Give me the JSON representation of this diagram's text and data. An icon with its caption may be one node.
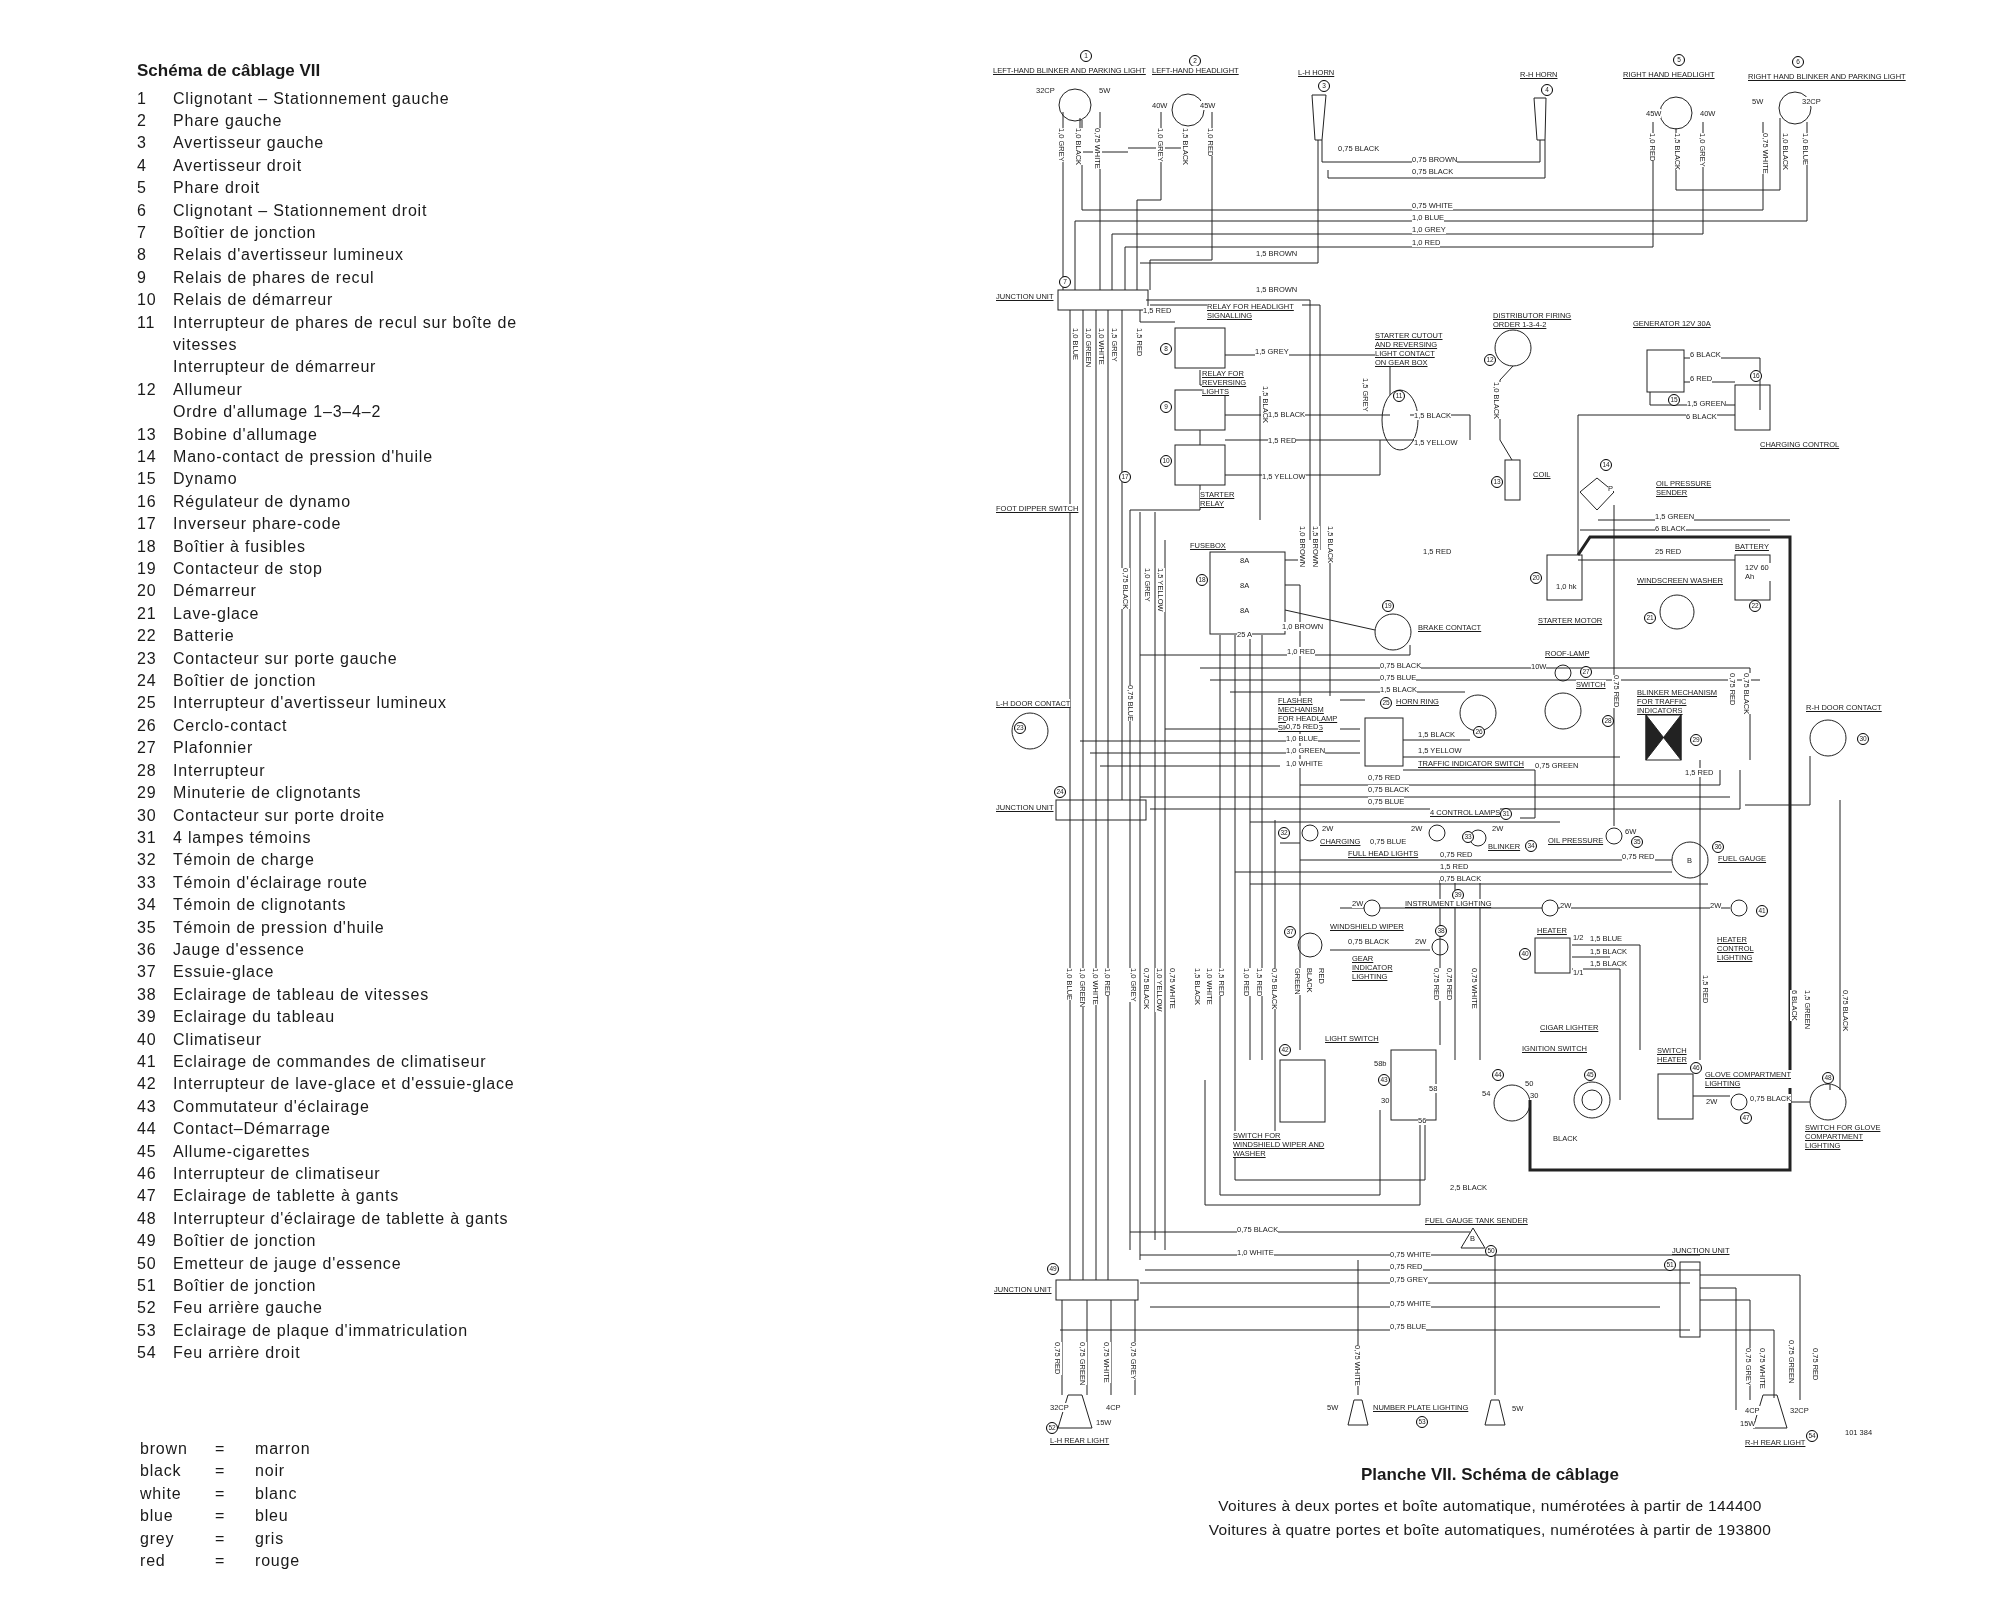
{
  "diagram": {
    "labels": [
      "Schéma de câblage VII",
      "1",
      "Clignotant – Stationnement gauche",
      "2",
      "Phare gauche",
      "3",
      "Avertisseur gauche",
      "4",
      "Avertisseur droit",
      "5",
      "Phare droit",
      "6",
      "Clignotant – Stationnement droit",
      "7",
      "Boîtier de jonction",
      "8",
      "Relais d'avertisseur lumineux",
      "9",
      "Relais de phares de recul",
      "10",
      "Relais de démarreur",
      "11",
      "Interrupteur de phares de recul sur boîte de vitesses",
      "Interrupteur de démarreur",
      "12",
      "Allumeur",
      "Ordre d'allumage 1–3–4–2",
      "13",
      "Bobine d'allumage",
      "14",
      "Mano-contact de pression d'huile",
      "15",
      "Dynamo",
      "16",
      "Régulateur de dynamo",
      "17",
      "Inverseur phare-code",
      "18",
      "Boîtier à fusibles",
      "19",
      "Contacteur de stop",
      "20",
      "Démarreur",
      "21",
      "Lave-glace",
      "22",
      "Batterie",
      "23",
      "Contacteur sur porte gauche",
      "24",
      "Boîtier de jonction",
      "25",
      "Interrupteur d'avertisseur lumineux",
      "26",
      "Cerclo-contact",
      "27",
      "Plafonnier",
      "28",
      "Interrupteur",
      "29",
      "Minuterie de clignotants",
      "30",
      "Contacteur sur porte droite",
      "31",
      "4 lampes témoins",
      "32",
      "Témoin de charge",
      "33",
      "Témoin d'éclairage route",
      "34",
      "Témoin de clignotants",
      "35",
      "Témoin de pression d'huile",
      "36",
      "Jauge d'essence",
      "37",
      "Essuie-glace",
      "38",
      "Eclairage de tableau de vitesses",
      "39",
      "Eclairage du tableau",
      "40",
      "Climatiseur",
      "41",
      "Eclairage de commandes de climatiseur",
      "42",
      "Interrupteur de lave-glace et d'essuie-glace",
      "43",
      "Commutateur d'éclairage",
      "44",
      "Contact–Démarrage",
      "45",
      "Allume-cigarettes",
      "46",
      "Interrupteur de climatiseur",
      "47",
      "Eclairage de tablette à gants",
      "48",
      "Interrupteur d'éclairage de tablette à gants",
      "49",
      "Boîtier de jonction",
      "50",
      "Emetteur de jauge d'essence",
      "51",
      "Boîtier de jonction",
      "52",
      "Feu arrière gauche",
      "53",
      "Eclairage de plaque d'immatriculation",
      "54",
      "Feu arrière droit",
      "brown",
      "=",
      "marron",
      "black",
      "=",
      "noir",
      "white",
      "=",
      "blanc",
      "blue",
      "=",
      "bleu",
      "grey",
      "=",
      "gris",
      "red",
      "=",
      "rouge",
      "Planche VII. Schéma de câblage",
      "Voitures à deux portes et boîte automatique, numérotées à partir de 144400",
      "Voitures à quatre portes et boîte automatiques, numérotées à partir de 193800",
      "1",
      "LEFT-HAND BLINKER AND PARKING LIGHT",
      "2",
      "LEFT-HAND HEADLIGHT",
      "L-H HORN",
      "3",
      "R-H HORN",
      "4",
      "5",
      "RIGHT HAND HEADLIGHT",
      "6",
      "RIGHT HAND BLINKER AND PARKING LIGHT",
      "32CP",
      "5W",
      "40W",
      "45W",
      "45W",
      "40W",
      "5W",
      "32CP",
      "1,0 GREY",
      "1,0 BLACK",
      "0,75 WHITE",
      "1,0 GREY",
      "1,5 BLACK",
      "1,0 RED",
      "1,0 RED",
      "1,5 BLACK",
      "1,0 GREY",
      "0,75 WHITE",
      "1,0 BLACK",
      "1,0 BLUE",
      "0,75 BLACK",
      "0,75 BROWN",
      "0,75 BLACK",
      "0,75 WHITE",
      "1,0 BLUE",
      "1,0 GREY",
      "1,0 RED",
      "1,5 BROWN",
      "7",
      "JUNCTION UNIT",
      "1,5 BROWN",
      "1,5 RED",
      "RELAY FOR HEADLIGHT SIGNALLING",
      "1,0 BLUE",
      "1,0 GREEN",
      "1,0 WHITE",
      "1,5 GREY",
      "1,5 RED",
      "8",
      "1,5 GREY",
      "STARTER CUTOUT AND REVERSING LIGHT CONTACT ON GEAR BOX",
      "RELAY FOR REVERSING LIGHTS",
      "9",
      "1,5 BLACK",
      "1,5 GREY",
      "11",
      "1,5 BLACK",
      "1,5 BLACK",
      "1,5 RED",
      "1,5 YELLOW",
      "10",
      "1,5 YELLOW",
      "STARTER RELAY",
      "17",
      "FOOT DIPPER SWITCH",
      "DISTRIBUTOR FIRING ORDER 1-3-4-2",
      "12",
      "1,0 BLACK",
      "13",
      "COIL",
      "GENERATOR 12V 30A",
      "6 BLACK",
      "6 RED",
      "15",
      "1,5 GREEN",
      "6 BLACK",
      "16",
      "CHARGING CONTROL",
      "14",
      "P",
      "OIL PRESSURE SENDER",
      "1,5 GREEN",
      "6 BLACK",
      "25 RED",
      "BATTERY",
      "12V 60 Ah",
      "22",
      "20",
      "1,0 hk",
      "STARTER MOTOR",
      "WINDSCREEN WASHER",
      "21",
      "1,0 BROWN",
      "1,5 BROWN",
      "1,5 BLACK",
      "1,5 RED",
      "FUSEBOX",
      "18",
      "8A",
      "8A",
      "8A",
      "25 A",
      "0,75 BLACK",
      "1,0 GREY",
      "1,5 YELLOW",
      "1,0 BROWN",
      "19",
      "BRAKE CONTACT",
      "1,0 RED",
      "0,75 BLACK",
      "0,75 BLUE",
      "1,5 BLACK",
      "ROOF-LAMP",
      "10W",
      "27",
      "SWITCH",
      "28",
      "0,75 RED",
      "BLINKER MECHANISM FOR TRAFFIC INDICATORS",
      "0,75 RED",
      "0,75 BLACK",
      "29",
      "L-H DOOR CONTACT",
      "23",
      "0,75 BLUE",
      "FLASHER MECHANISM FOR HEADLAMP SIGNALLING",
      "25",
      "HORN RING",
      "26",
      "R-H DOOR CONTACT",
      "30",
      "0,75 RED",
      "1,0 BLUE",
      "1,0 GREEN",
      "1,0 WHITE",
      "1,5 BLACK",
      "1,5 YELLOW",
      "TRAFFIC INDICATOR SWITCH",
      "0,75 GREEN",
      "1,5 RED",
      "0,75 RED",
      "24",
      "0,75 BLACK",
      "0,75 BLUE",
      "JUNCTION UNIT",
      "4 CONTROL LAMPS",
      "31",
      "32",
      "2W",
      "CHARGING",
      "0,75 BLUE",
      "2W",
      "33",
      "2W",
      "BLINKER",
      "34",
      "OIL PRESSURE",
      "6W",
      "35",
      "FULL HEAD LIGHTS",
      "0,75 RED",
      "0,75 RED",
      "36",
      "B",
      "FUEL GAUGE",
      "1,5 RED",
      "0,75 BLACK",
      "39",
      "2W",
      "INSTRUMENT LIGHTING",
      "2W",
      "2W",
      "41",
      "HEATER",
      "HEATER CONTROL LIGHTING",
      "37",
      "WINDSHIELD WIPER",
      "38",
      "40",
      "1/2",
      "1,5 BLUE",
      "1,5 BLACK",
      "1,5 BLACK",
      "1/1",
      "0,75 BLACK",
      "2W",
      "GEAR INDICATOR LIGHTING",
      "1,0 BLUE",
      "1,0 GREEN",
      "1,0 WHITE",
      "1,0 RED",
      "1,0 GREY",
      "0,75 BLACK",
      "1,0 YELLOW",
      "0,75 WHITE",
      "1,5 BLACK",
      "1,0 WHITE",
      "1,5 RED",
      "1,0 RED",
      "1,5 RED",
      "0,75 BLACK",
      "GREEN",
      "BLACK",
      "RED",
      "0,75 RED",
      "0,75 RED",
      "0,75 WHITE",
      "1,5 RED",
      "6 BLACK",
      "1,5 GREEN",
      "0,75 BLACK",
      "LIGHT SWITCH",
      "42",
      "58b",
      "43",
      "58",
      "30",
      "56",
      "SWITCH FOR WINDSHIELD WIPER AND WASHER",
      "CIGAR LIGHTER",
      "IGNITION SWITCH",
      "44",
      "54",
      "50",
      "30",
      "45",
      "BLACK",
      "SWITCH HEATER",
      "46",
      "GLOVE COMPARTMENT LIGHTING",
      "2W",
      "0,75 BLACK",
      "47",
      "48",
      "SWITCH FOR GLOVE COMPARTMENT LIGHTING",
      "2,5 BLACK",
      "FUEL GAUGE TANK SENDER",
      "B",
      "50",
      "0,75 BLACK",
      "1,0 WHITE",
      "0,75 WHITE",
      "0,75 RED",
      "0,75 GREY",
      "0,75 WHITE",
      "0,75 BLUE",
      "JUNCTION UNIT",
      "51",
      "49",
      "JUNCTION UNIT",
      "0,75 RED",
      "0,75 GREEN",
      "0,75 WHITE",
      "0,75 GREY",
      "0,75 WHITE",
      "0,75 GREY",
      "0,75 WHITE",
      "0,75 GREEN",
      "0,75 RED",
      "32CP",
      "4CP",
      "15W",
      "52",
      "L-H REAR LIGHT",
      "5W",
      "NUMBER PLATE LIGHTING",
      "53",
      "5W",
      "4CP",
      "32CP",
      "15W",
      "54",
      "R-H REAR LIGHT",
      "101 384"
    ]
  }
}
